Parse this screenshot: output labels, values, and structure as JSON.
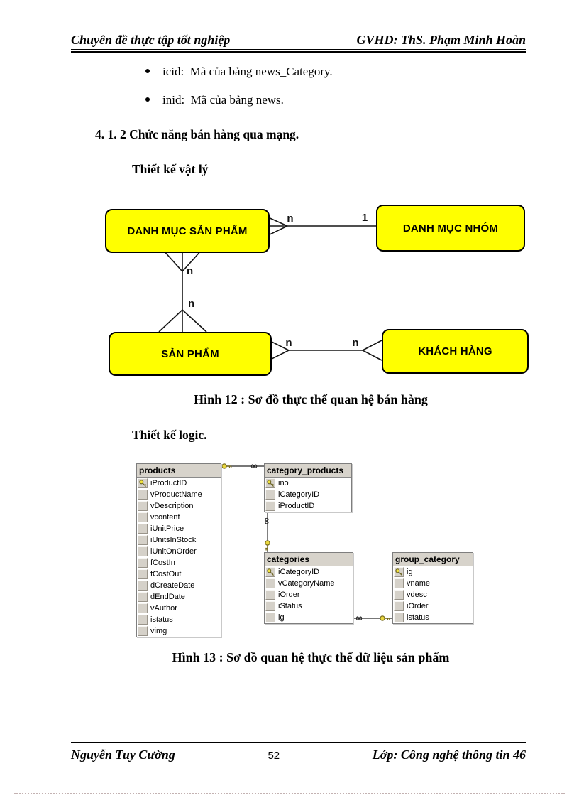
{
  "page_header": {
    "left_title": "Chuyên đề thực tập tốt nghiệp",
    "right_title": "GVHD: ThS. Phạm Minh Hoàn"
  },
  "bullets": [
    "icid:  Mã của bảng news_Category.",
    "inid:  Mã của bảng news."
  ],
  "section": {
    "heading": "4. 1. 2 Chức năng bán hàng qua mạng.",
    "physical_design_label": "Thiết kế vật lý",
    "logic_design_label": "Thiết kế logic."
  },
  "er_diagram": {
    "entity_fill": "#ffff00",
    "entities": [
      {
        "label": "DANH MỤC SẢN PHẨM"
      },
      {
        "label": "DANH MỤC NHÓM"
      },
      {
        "label": "SẢN PHẨM"
      },
      {
        "label": "KHÁCH HÀNG"
      }
    ],
    "cardinalities": {
      "top_left": "n",
      "top_right": "1",
      "middle_upper": "n",
      "middle_lower": "n",
      "bottom_left": "n",
      "bottom_right": "n"
    }
  },
  "figures": {
    "fig12_caption": "Hình 12 : Sơ đồ thực thể quan hệ bán hàng",
    "fig13_caption": "Hình 13 : Sơ đồ quan hệ thực thể dữ liệu sản phẩm"
  },
  "schema_diagram": {
    "many_symbol": "∞",
    "tables": [
      {
        "name": "products",
        "pk_index": 0,
        "fields": [
          "iProductID",
          "vProductName",
          "vDescription",
          "vcontent",
          "iUnitPrice",
          "iUnitsInStock",
          "iUnitOnOrder",
          "fCostIn",
          "fCostOut",
          "dCreateDate",
          "dEndDate",
          "vAuthor",
          "istatus",
          "vimg"
        ]
      },
      {
        "name": "category_products",
        "pk_index": 0,
        "fields": [
          "ino",
          "iCategoryID",
          "iProductID"
        ]
      },
      {
        "name": "categories",
        "pk_index": 0,
        "fields": [
          "iCategoryID",
          "vCategoryName",
          "iOrder",
          "iStatus",
          "ig"
        ]
      },
      {
        "name": "group_category",
        "pk_index": 0,
        "fields": [
          "ig",
          "vname",
          "vdesc",
          "iOrder",
          "istatus"
        ]
      }
    ]
  },
  "page_footer": {
    "author": "Nguyễn Tuy Cường",
    "page_number": "52",
    "class_name": "Lớp: Công nghệ thông tin 46"
  }
}
